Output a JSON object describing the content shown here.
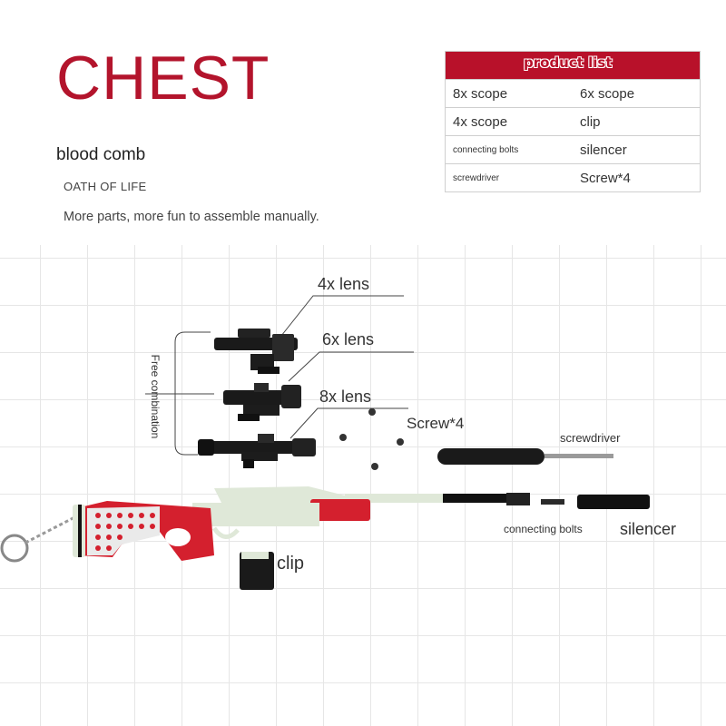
{
  "brand": "CHEST",
  "product_name": "blood comb",
  "tagline": "OATH OF LIFE",
  "description": "More parts, more fun to assemble manually.",
  "product_list": {
    "title": "product list",
    "rows": [
      [
        "8x scope",
        "6x scope"
      ],
      [
        "4x scope",
        "clip"
      ],
      [
        "connecting bolts",
        "silencer"
      ],
      [
        "screwdriver",
        "Screw*4"
      ]
    ]
  },
  "labels": {
    "lens_4x": "4x lens",
    "lens_6x": "6x lens",
    "lens_8x": "8x lens",
    "free_combination": "Free combination",
    "screws": "Screw*4",
    "screwdriver": "screwdriver",
    "connecting_bolts": "connecting bolts",
    "silencer": "silencer",
    "clip": "clip"
  },
  "colors": {
    "brand_red": "#b3142c",
    "header_red": "#b8112a",
    "rifle_red": "#d4202e",
    "rifle_body": "#dfe8d8"
  }
}
